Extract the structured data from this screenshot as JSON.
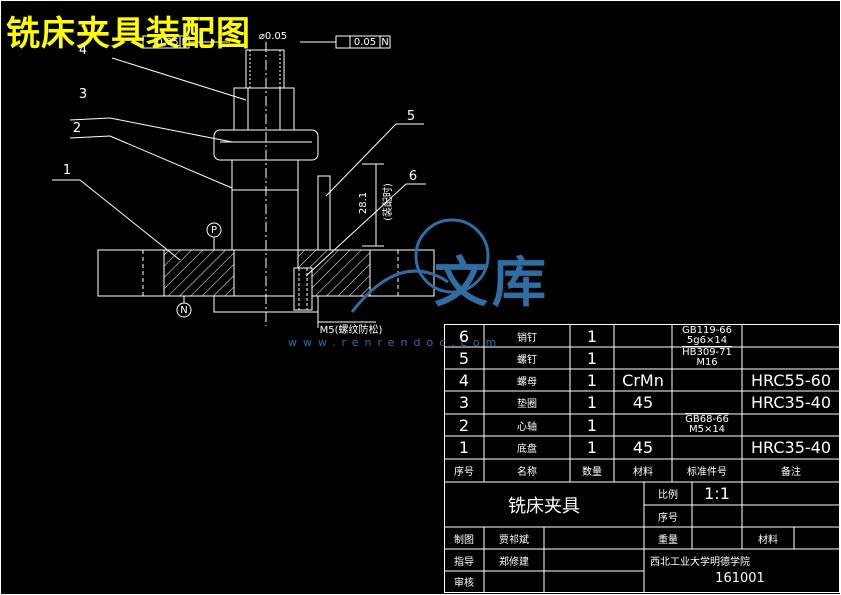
{
  "title": "铣床夹具装配图",
  "watermark": {
    "text": "文库",
    "url": "www.renrendoc.com"
  },
  "dims": {
    "tol_left": "0.05",
    "tol_left_ref": "P",
    "tol_diam": "⌀0.05",
    "tol_right": "0.05",
    "tol_right_ref": "N",
    "height_dim": "28.1",
    "height_note": "(装配时)",
    "thread_note": "M5(螺纹防松)",
    "datum_p": "P",
    "datum_n": "N"
  },
  "balloons": [
    "1",
    "2",
    "3",
    "4",
    "5",
    "6"
  ],
  "bom": [
    {
      "no": "6",
      "name": "销钉",
      "qty": "1",
      "material": "",
      "std": [
        "GB119-66",
        "5g6×14"
      ],
      "note": ""
    },
    {
      "no": "5",
      "name": "螺钉",
      "qty": "1",
      "material": "",
      "std": [
        "HB309-71",
        "M16"
      ],
      "note": ""
    },
    {
      "no": "4",
      "name": "螺母",
      "qty": "1",
      "material": "CrMn",
      "std": [],
      "note": "HRC55-60"
    },
    {
      "no": "3",
      "name": "垫圈",
      "qty": "1",
      "material": "45",
      "std": [],
      "note": "HRC35-40"
    },
    {
      "no": "2",
      "name": "心轴",
      "qty": "1",
      "material": "",
      "std": [
        "GB68-66",
        "M5×14"
      ],
      "note": ""
    },
    {
      "no": "1",
      "name": "底盘",
      "qty": "1",
      "material": "45",
      "std": [],
      "note": "HRC35-40"
    }
  ],
  "bom_header": {
    "no": "序号",
    "name": "名称",
    "qty": "数量",
    "material": "材料",
    "std": "标准件号",
    "note": "备注"
  },
  "title_block": {
    "part_name": "铣床夹具",
    "scale_label": "比例",
    "scale_value": "1:1",
    "seq_label": "序号",
    "weight_label": "重量",
    "material_label": "材料",
    "drawn_label": "制图",
    "drawn_name": "贾祁斌",
    "guide_label": "指导",
    "guide_name": "郑修建",
    "review_label": "审核",
    "school": "西北工业大学明德学院",
    "drawing_no": "161001"
  }
}
